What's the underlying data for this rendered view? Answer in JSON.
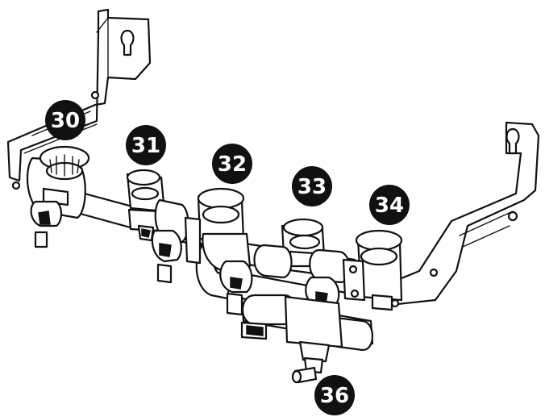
{
  "callouts": [
    {
      "id": "30",
      "label": "30"
    },
    {
      "id": "31",
      "label": "31"
    },
    {
      "id": "32",
      "label": "32"
    },
    {
      "id": "33",
      "label": "33"
    },
    {
      "id": "34",
      "label": "34"
    },
    {
      "id": "36",
      "label": "36"
    }
  ],
  "colors": {
    "ink": "#111111",
    "paper": "#ffffff"
  }
}
